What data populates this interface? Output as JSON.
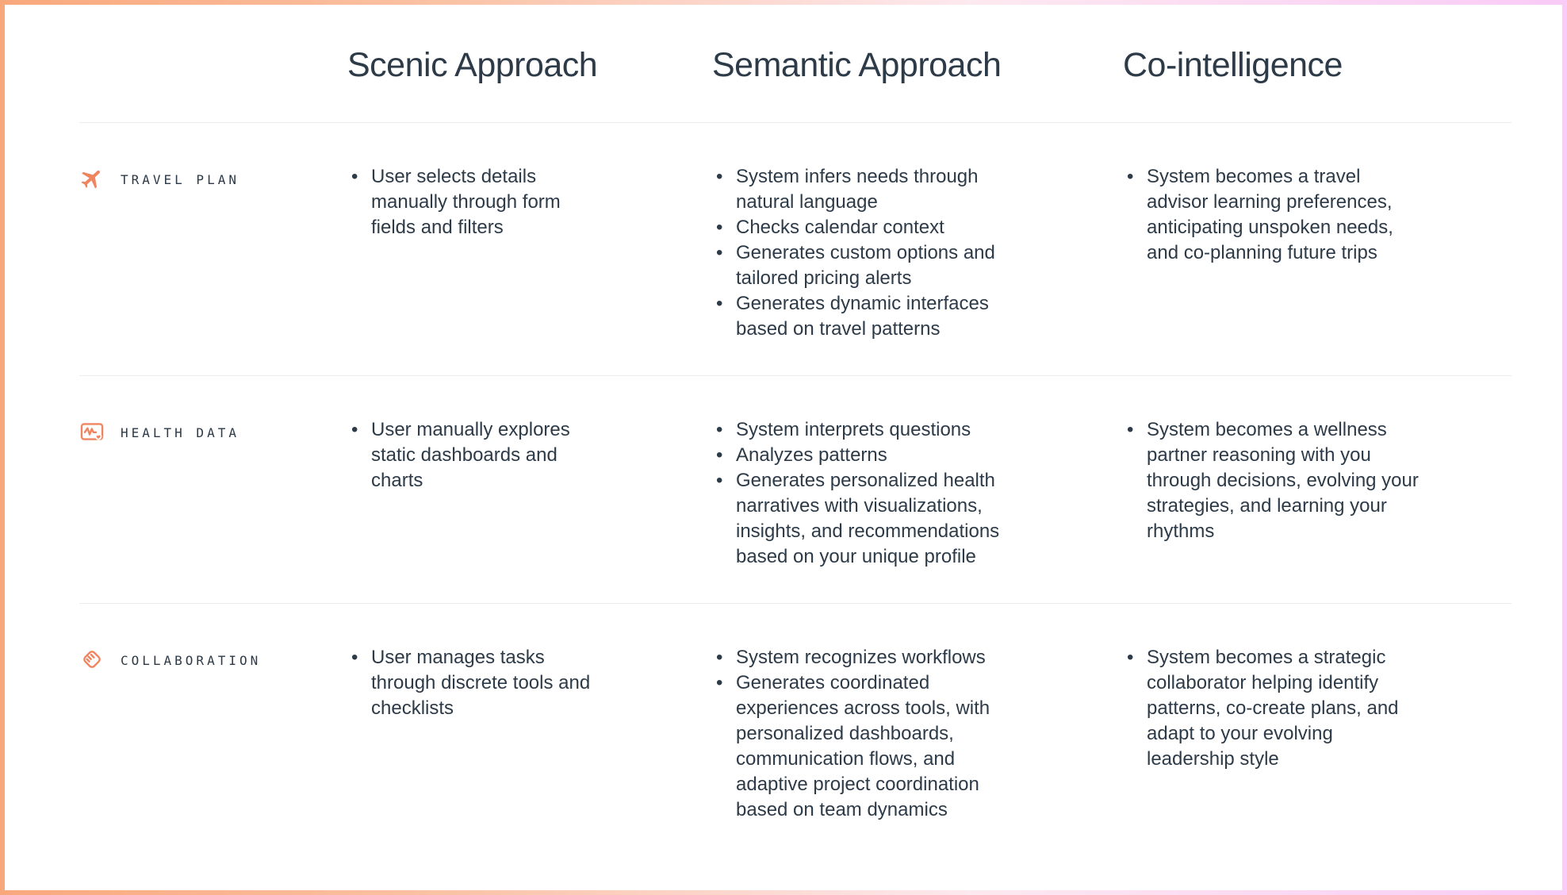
{
  "theme": {
    "accent_orange": "#EE8560",
    "frame_gradient_left": "#F9A87C",
    "frame_gradient_right": "#F9CBF7",
    "text_color": "#2D3A48",
    "divider_color": "#ECECEC",
    "background": "#FFFFFF"
  },
  "header": {
    "columns": [
      "Scenic Approach",
      "Semantic Approach",
      "Co-intelligence"
    ]
  },
  "rows": [
    {
      "label": "TRAVEL PLAN",
      "icon": "plane-icon",
      "scenic": [
        "User selects details manually through form fields and filters"
      ],
      "semantic": [
        "System infers needs through natural language",
        "Checks calendar context",
        "Generates custom options and tailored pricing alerts",
        "Generates dynamic interfaces based on travel patterns"
      ],
      "cointelligence": [
        "System becomes a travel advisor learning preferences, anticipating unspoken needs, and co-planning future trips"
      ]
    },
    {
      "label": "HEALTH DATA",
      "icon": "health-monitor-icon",
      "scenic": [
        "User manually explores static dashboards and charts"
      ],
      "semantic": [
        "System interprets questions",
        "Analyzes patterns",
        "Generates personalized health narratives with visualizations, insights, and recommendations based on your unique profile"
      ],
      "cointelligence": [
        "System becomes a wellness partner reasoning with you through decisions, evolving your strategies, and learning your rhythms"
      ]
    },
    {
      "label": "COLLABORATION",
      "icon": "handshake-icon",
      "scenic": [
        "User manages tasks through discrete tools and checklists"
      ],
      "semantic": [
        "System recognizes workflows",
        "Generates coordinated experiences across tools, with personalized dashboards, communication flows, and adaptive project coordination based on team dynamics"
      ],
      "cointelligence": [
        "System becomes a strategic collaborator helping identify patterns, co-create plans, and adapt to your evolving leadership style"
      ]
    }
  ]
}
